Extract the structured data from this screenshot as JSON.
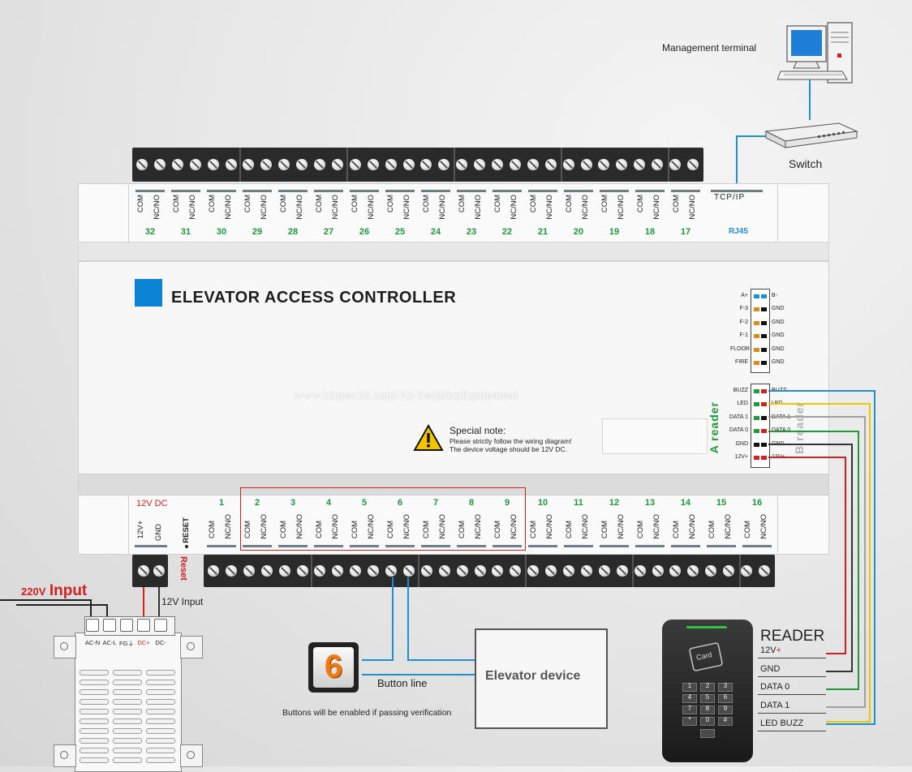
{
  "management_terminal_label": "Management terminal",
  "switch_label": "Switch",
  "title": "ELEVATOR ACCESS CONTROLLER",
  "watermark": "www.khmer24.com/AI-SecurityEquipment",
  "top_terminals": {
    "numbers": [
      "32",
      "31",
      "30",
      "29",
      "28",
      "27",
      "26",
      "25",
      "24",
      "23",
      "22",
      "21",
      "20",
      "19",
      "18",
      "17"
    ],
    "com": "COM",
    "ncno": "NC/NO",
    "tcpip": "TCP/IP",
    "rj45": "RJ45"
  },
  "bottom_terminals": {
    "power_label": "12V DC",
    "pwr_plus": "12V+",
    "pwr_gnd": "GND",
    "reset_pin": "RESET",
    "reset_text": "Reset",
    "numbers": [
      "1",
      "2",
      "3",
      "4",
      "5",
      "6",
      "7",
      "8",
      "9",
      "10",
      "11",
      "12",
      "13",
      "14",
      "15",
      "16"
    ],
    "com": "COM",
    "ncno": "NC/NO"
  },
  "left_pins": [
    "A+",
    "F-3",
    "F-2",
    "F-1",
    "FLOOR",
    "FIRE"
  ],
  "right_pins": [
    "B-",
    "GND",
    "GND",
    "GND",
    "GND",
    "GND"
  ],
  "reader_left_pins": [
    "BUZZ",
    "LED",
    "DATA 1",
    "DATA 0",
    "GND",
    "12V+"
  ],
  "reader_right_pins": [
    "BUZZ",
    "LED",
    "DATA 1",
    "DATA 0",
    "GND",
    "12V+"
  ],
  "a_reader": "A reader",
  "b_reader": "B reader",
  "special_note": {
    "title": "Special note:",
    "line1": "Please strictly follow the wiring diagram!",
    "line2": "The device voltage should be 12V DC."
  },
  "input_220v": {
    "prefix": "220V",
    "word": "Input"
  },
  "input_12v": "12V Input",
  "psu_terminals": [
    "AC-N",
    "AC-L",
    "FG⏚",
    "DC+",
    "DC-"
  ],
  "button_digit": "6",
  "button_line": "Button line",
  "button_caption": "Buttons will be enabled if passing verification",
  "elevator_device": "Elevator device",
  "reader": {
    "title": "READER",
    "card": "Card",
    "wires": [
      "12V+",
      "GND",
      "DATA 0",
      "DATA 1",
      "LED BUZZ"
    ],
    "keys": [
      "1",
      "2",
      "3",
      "4",
      "5",
      "6",
      "7",
      "8",
      "9",
      "*",
      "0",
      "#"
    ]
  },
  "colors": {
    "blue_wire": "#1e8fd0",
    "red_wire": "#d62020",
    "green_wire": "#1f9a3a",
    "yellow_wire": "#e8c800",
    "grey_wire": "#a0a0a0",
    "green_text": "#1a9a3a",
    "red_text": "#d21f1f",
    "accent_blue": "#0a84d2"
  }
}
